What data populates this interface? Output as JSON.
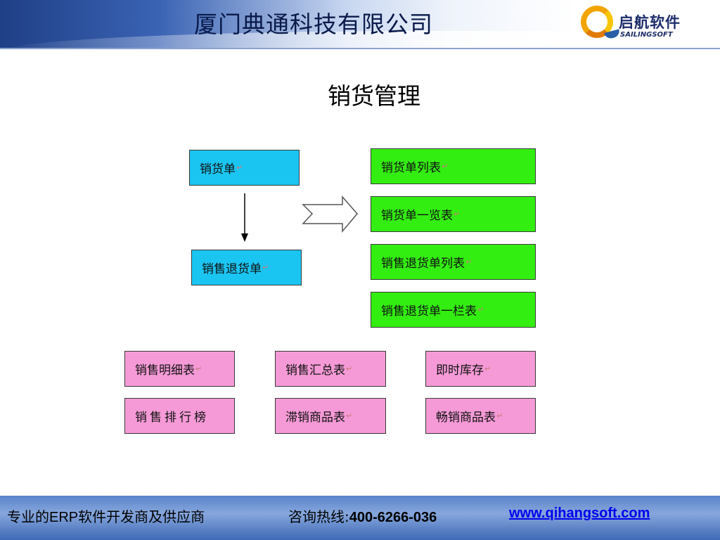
{
  "header": {
    "company": "厦门典通科技有限公司",
    "logo_cn": "启航软件",
    "logo_en": "SAILINGSOFT"
  },
  "title": "销货管理",
  "return_mark": "↵",
  "nodes": {
    "sales_order": "销货单",
    "sales_return": "销售退货单",
    "sales_order_list": "销货单列表",
    "sales_order_overview": "销货单一览表",
    "sales_return_list": "销售退货单列表",
    "sales_return_overview": "销售退货单一栏表",
    "sales_detail": "销售明细表",
    "sales_summary": "销售汇总表",
    "realtime_stock": "即时库存",
    "sales_ranking": "销售排行榜",
    "slow_sellers": "滞销商品表",
    "best_sellers": "畅销商品表"
  },
  "footer": {
    "slogan_a": "专业的",
    "slogan_b": "ERP",
    "slogan_c": "软件开发商及供应商",
    "hotline_label": "咨询热线:",
    "hotline_number": "400-6266-036",
    "url": "www.qihangsoft.com"
  }
}
